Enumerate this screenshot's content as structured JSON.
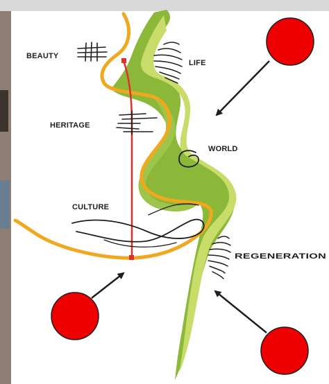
{
  "diagram": {
    "labels": {
      "beauty": "BEAUTY",
      "life": "LIFE",
      "heritage": "HERITAGE",
      "world": "WORLD",
      "culture": "CULTURE",
      "regeneration": "REGENERATION"
    },
    "colors": {
      "river_green": "#8cb83a",
      "river_light_green": "#c8dc6a",
      "path_orange": "#f0a81e",
      "axis_red": "#e0302a",
      "marker_red": "#ee0000",
      "ink": "#1e1e1e",
      "page_background": "#ffffff",
      "top_bar": "#d9d9d9"
    },
    "annotation_markers": [
      {
        "id": "marker-top-right",
        "icon": "red-circle-with-arrow"
      },
      {
        "id": "marker-bottom-left",
        "icon": "red-circle-with-arrow"
      },
      {
        "id": "marker-bottom-right",
        "icon": "red-circle-with-arrow"
      }
    ]
  }
}
